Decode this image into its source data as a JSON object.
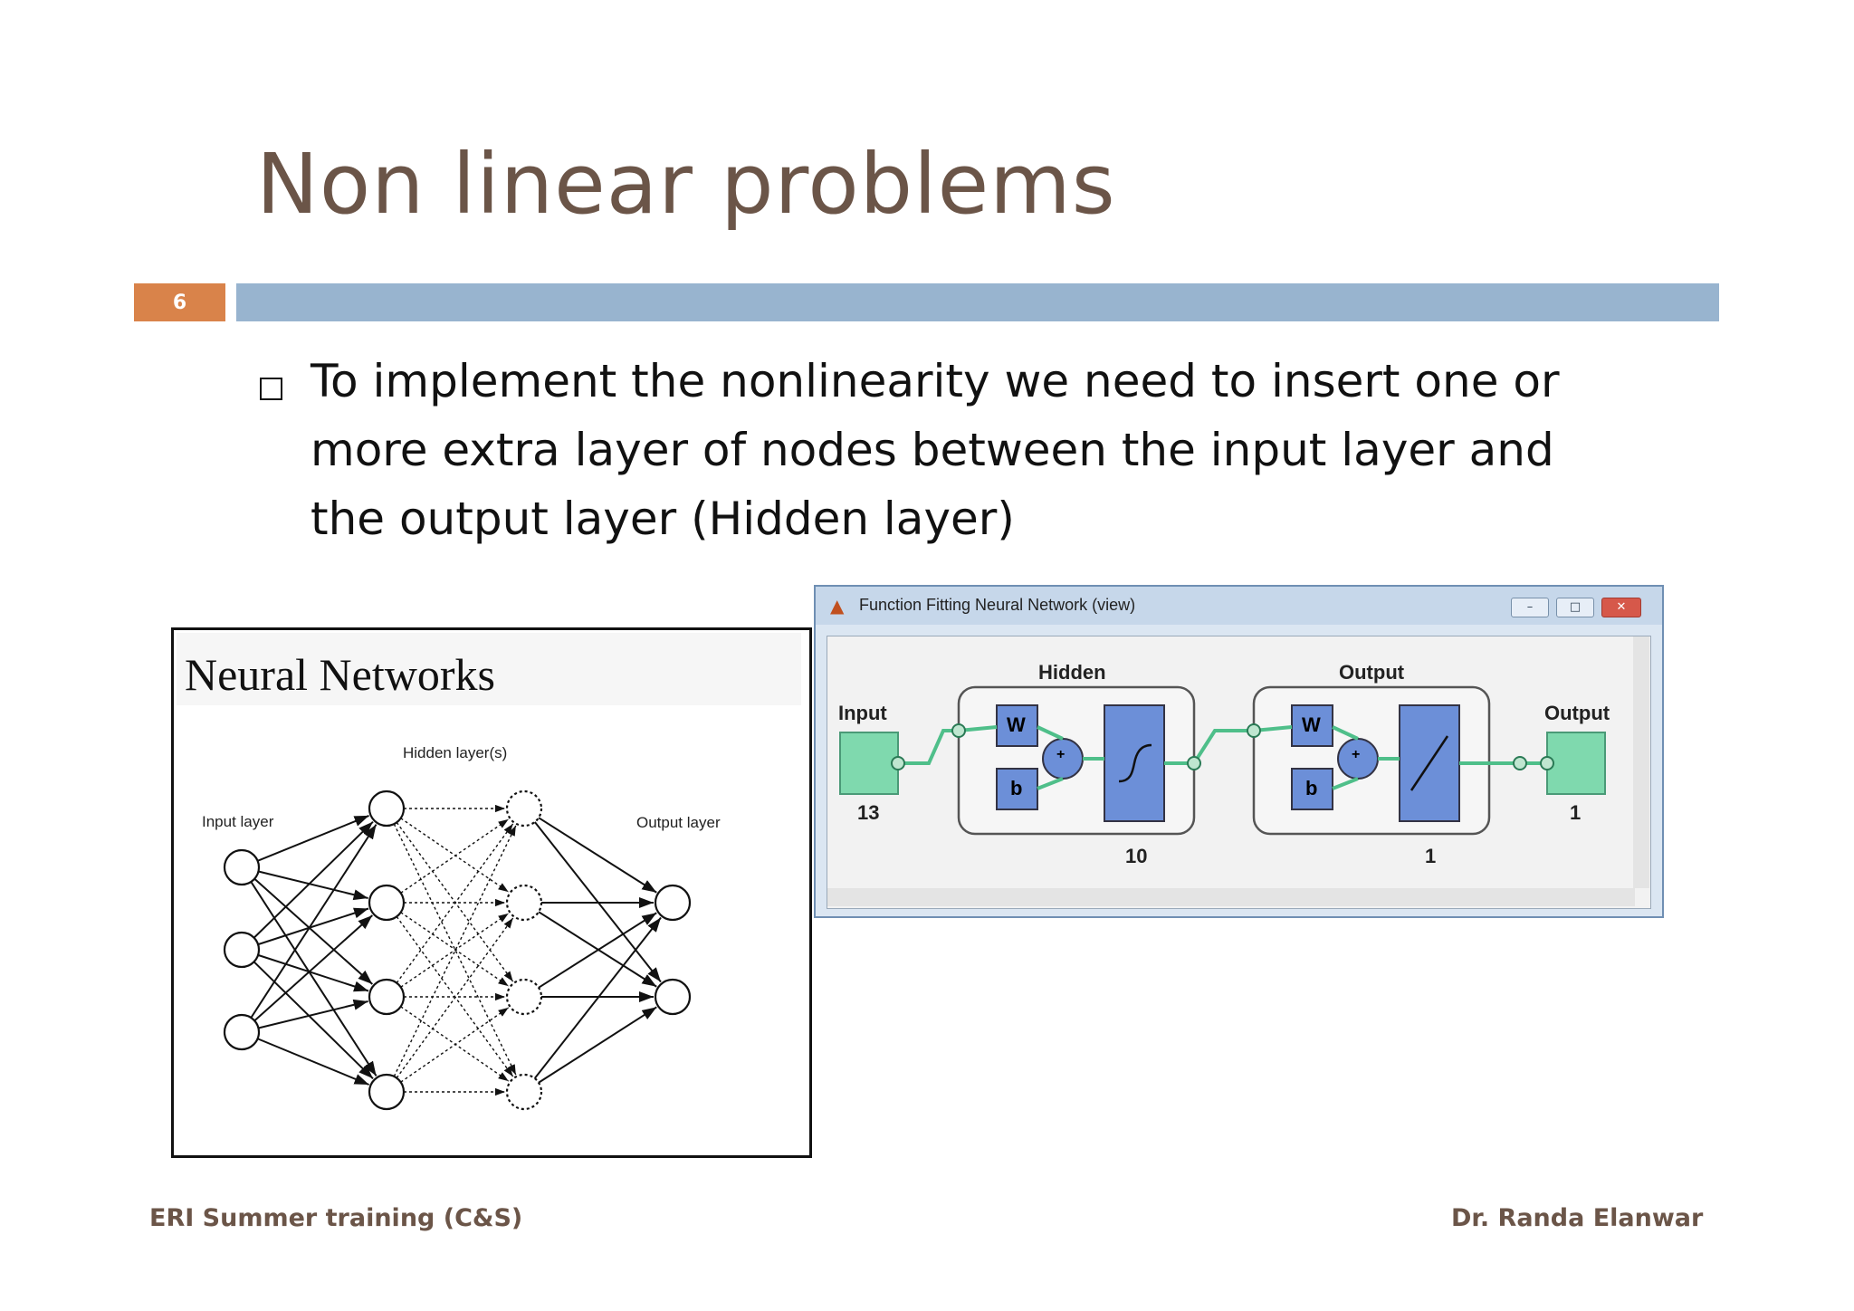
{
  "slide": {
    "title": "Non linear problems",
    "number": "6",
    "bullet": "To implement the nonlinearity we need to insert one or more extra layer of nodes between the input layer and the output layer (Hidden layer)"
  },
  "left_figure": {
    "title": "Neural Networks",
    "hidden_label": "Hidden layer(s)",
    "input_label": "Input layer",
    "output_label": "Output layer"
  },
  "right_figure": {
    "window_title": "Function Fitting Neural Network (view)",
    "input_label": "Input",
    "input_size": "13",
    "hidden_label": "Hidden",
    "hidden_size": "10",
    "output_layer_label": "Output",
    "output_layer_size": "1",
    "output_label": "Output",
    "output_size": "1",
    "weight_symbol": "W",
    "bias_symbol": "b",
    "sum_symbol": "+",
    "minimize_glyph": "–",
    "maximize_glyph": "□",
    "close_glyph": "✕"
  },
  "footer": {
    "left": "ERI Summer training (C&S)",
    "right": "Dr. Randa Elanwar"
  },
  "colors": {
    "title": "#6b5548",
    "accent_orange": "#d9834a",
    "bar_blue": "#98b4cf"
  }
}
